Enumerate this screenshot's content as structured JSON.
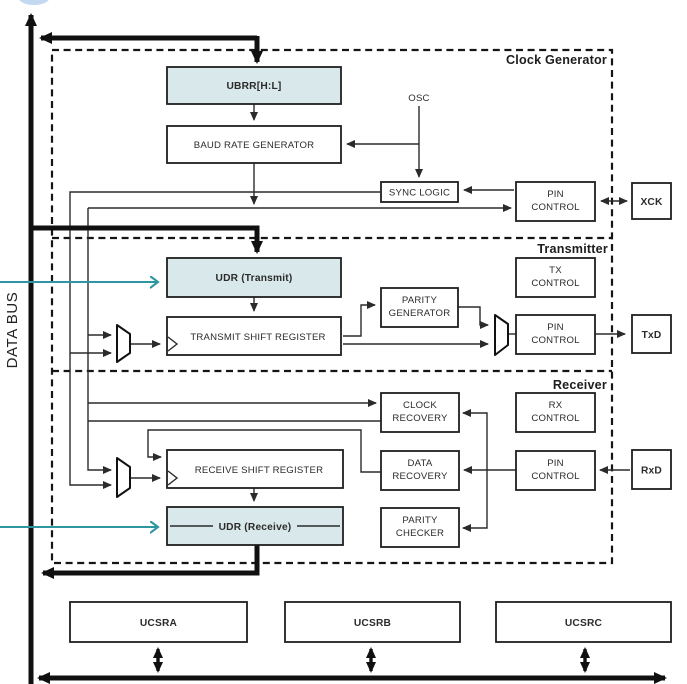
{
  "colors": {
    "line": "#2b2b2b",
    "thick_bus": "#101010",
    "highlight_fill": "#d9e8ea",
    "teal_accent": "#2e96a0"
  },
  "bus": {
    "label": "DATA BUS"
  },
  "sections": {
    "clock_generator": {
      "title": "Clock Generator"
    },
    "transmitter": {
      "title": "Transmitter"
    },
    "receiver": {
      "title": "Receiver"
    }
  },
  "clock_generator": {
    "ubrr": "UBRR[H:L]",
    "baud_rate_generator": "BAUD RATE GENERATOR",
    "osc": "OSC",
    "sync_logic": "SYNC LOGIC",
    "pin_control": [
      "PIN",
      "CONTROL"
    ],
    "xck_pin": "XCK"
  },
  "transmitter": {
    "udr": "UDR (Transmit)",
    "shift_register": "TRANSMIT SHIFT REGISTER",
    "parity_generator": [
      "PARITY",
      "GENERATOR"
    ],
    "tx_control": [
      "TX",
      "CONTROL"
    ],
    "pin_control": [
      "PIN",
      "CONTROL"
    ],
    "txd_pin": "TxD"
  },
  "receiver": {
    "clock_recovery": [
      "CLOCK",
      "RECOVERY"
    ],
    "rx_control": [
      "RX",
      "CONTROL"
    ],
    "shift_register": "RECEIVE SHIFT REGISTER",
    "data_recovery": [
      "DATA",
      "RECOVERY"
    ],
    "pin_control": [
      "PIN",
      "CONTROL"
    ],
    "rxd_pin": "RxD",
    "udr": "UDR (Receive)",
    "parity_checker": [
      "PARITY",
      "CHECKER"
    ]
  },
  "registers": {
    "ucsra": "UCSRA",
    "ucsrb": "UCSRB",
    "ucsrc": "UCSRC"
  }
}
